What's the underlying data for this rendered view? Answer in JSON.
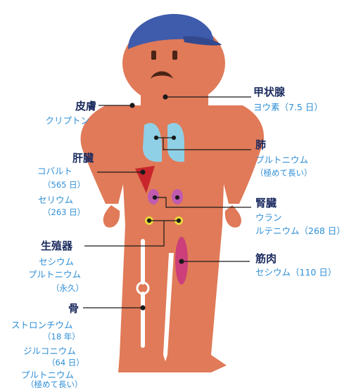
{
  "labels": {
    "skin": {
      "organ": "皮膚",
      "isotopes": [
        "クリプトン"
      ]
    },
    "liver": {
      "organ": "肝臓",
      "isotopes": [
        "コバルト",
        "セリウム"
      ],
      "half_lives": [
        "（565 日）",
        "（263 日）"
      ]
    },
    "genital": {
      "organ": "生殖器",
      "isotopes": [
        "セシウム",
        "プルトニウム"
      ],
      "half_lives": [
        "（永久）"
      ]
    },
    "bone": {
      "organ": "骨",
      "isotopes": [
        "ストロンチウム",
        "ジルコニウム",
        "プルトニウム"
      ],
      "half_lives": [
        "（18 年）",
        "（64 日）",
        "（極めて長い）"
      ]
    },
    "thyroid": {
      "organ": "甲状腺",
      "isotopes": [
        "ヨウ素（7.5 日）"
      ]
    },
    "lung": {
      "organ": "肺",
      "isotopes": [
        "プルトニウム"
      ],
      "half_lives": [
        "（極めて長い）"
      ]
    },
    "kidney": {
      "organ": "腎臓",
      "isotopes": [
        "ウラン",
        "ルテニウム（268 日）"
      ]
    },
    "muscle": {
      "organ": "筋肉",
      "isotopes": [
        "セシウム（110 日）"
      ]
    }
  },
  "colors": {
    "body": "#e07a58",
    "cap": "#3f5bab",
    "organ_text": "#1a2a5e",
    "isotope_text": "#2f8fd6",
    "lung": "#8fd0e6",
    "liver": "#c8262c",
    "kidney": "#c05bb0",
    "genital": "#e8d93a",
    "muscle": "#cc3f7a",
    "bone": "#ffffff"
  }
}
